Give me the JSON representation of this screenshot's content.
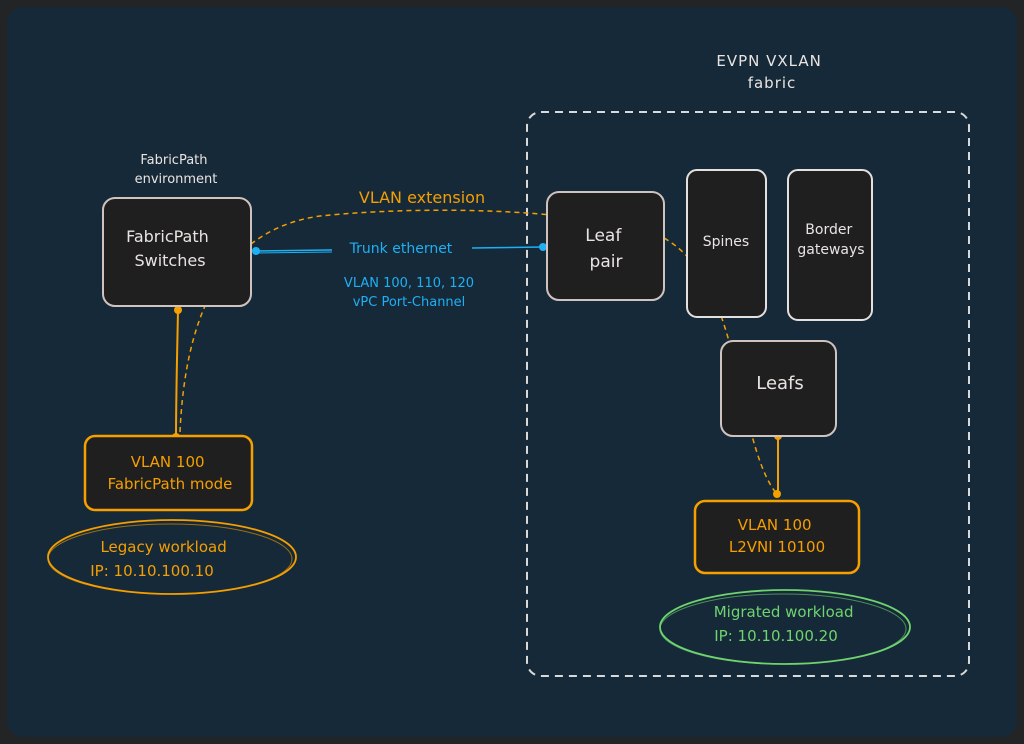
{
  "colors": {
    "background": "#162938",
    "frame": "#222426",
    "node_fill": "#1f1f1f",
    "node_stroke": "#cfc3bf",
    "orange": "#f59f00",
    "blue": "#1eb0f4",
    "green": "#6fd36f",
    "text_light": "#e9e4e2",
    "dashed_border": "#d9d9d9"
  },
  "labels": {
    "evpn_title": [
      "EVPN VXLAN",
      "fabric"
    ],
    "fabricpath_env": [
      "FabricPath",
      "environment"
    ],
    "vlan_extension": "VLAN extension",
    "trunk": "Trunk ethernet",
    "vlan_list": "VLAN 100, 110, 120",
    "vpc": "vPC Port-Channel"
  },
  "nodes": {
    "fabricpath_switches": [
      "FabricPath",
      "Switches"
    ],
    "leaf_pair": [
      "Leaf",
      "pair"
    ],
    "spines": "Spines",
    "border_gateways": [
      "Border",
      "gateways"
    ],
    "leafs": "Leafs",
    "vlan_fabricpath": [
      "VLAN 100",
      "FabricPath mode"
    ],
    "vlan_l2vni": [
      "VLAN 100",
      "L2VNI 10100"
    ]
  },
  "workloads": {
    "legacy": [
      "Legacy workload",
      "IP: 10.10.100.10"
    ],
    "migrated": [
      "Migrated workload",
      "IP: 10.10.100.20"
    ]
  }
}
